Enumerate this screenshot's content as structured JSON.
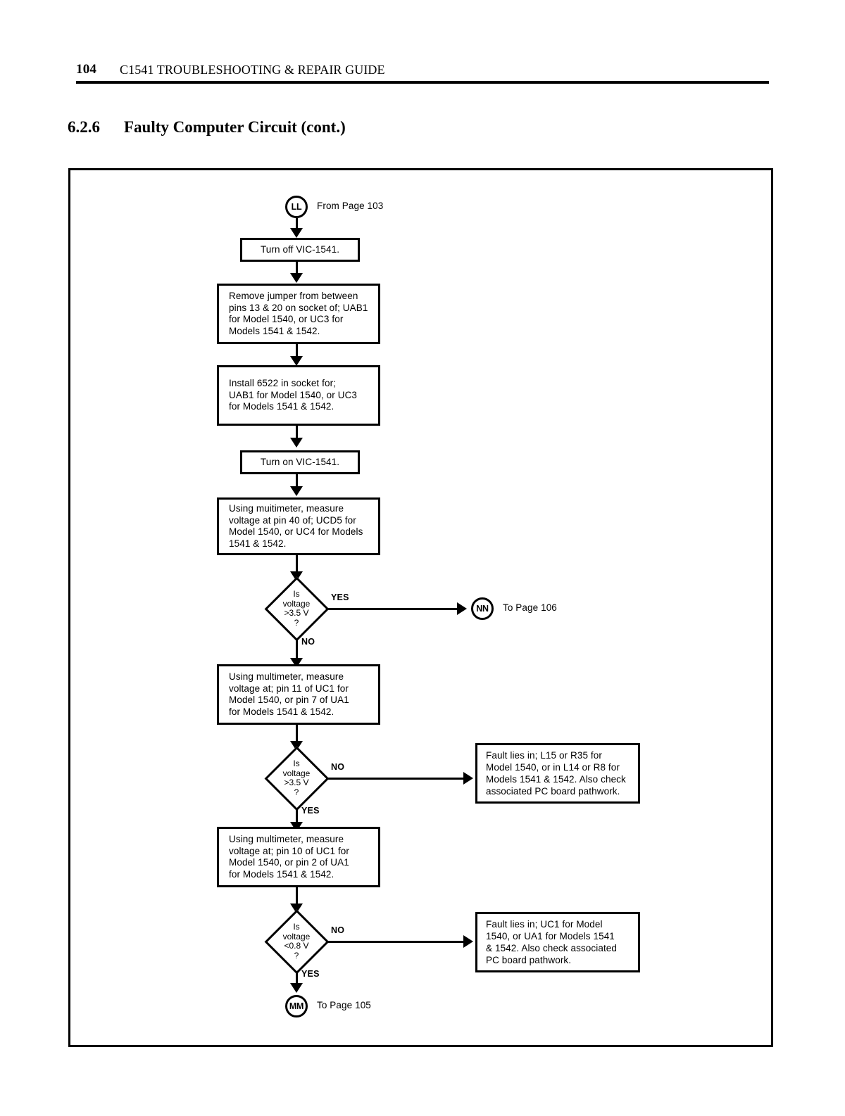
{
  "header": {
    "page_number": "104",
    "title": "C1541 TROUBLESHOOTING & REPAIR GUIDE"
  },
  "section": {
    "number": "6.2.6",
    "title": "Faulty Computer Circuit (cont.)"
  },
  "flowchart": {
    "entry_connector": {
      "tag": "LL",
      "ref": "From Page  103"
    },
    "nodes": [
      {
        "id": "turn-off",
        "text": "Turn off VIC-1541."
      },
      {
        "id": "remove-jumper",
        "text": "Remove jumper from between\npins 13 & 20 on socket of; UAB1\nfor Model 1540, or UC3 for\nModels 1541 & 1542."
      },
      {
        "id": "install-6522",
        "text": "Install 6522 in socket for;\nUAB1 for Model 1540, or UC3\nfor  Models 1541 & 1542."
      },
      {
        "id": "turn-on",
        "text": "Turn on VIC-1541."
      },
      {
        "id": "measure-pin40",
        "text": "Using muitimeter, measure\nvoltage at pin 40 of; UCD5 for\nModel 1540, or UC4 for Models\n1541 & 1542."
      },
      {
        "id": "measure-pin11",
        "text": "Using multimeter, measure\nvoltage at; pin 11 of UC1 for\nModel 1540, or pin 7 of UA1\nfor Models 1541 & 1542."
      },
      {
        "id": "measure-pin10",
        "text": "Using multimeter, measure\nvoltage at; pin 10 of UC1 for\nModel 1540, or pin 2 of UA1\nfor Models 1541 & 1542."
      }
    ],
    "decisions": [
      {
        "id": "dec-gt35-a",
        "text": "Is\nvoltage\n>3.5 V\n?",
        "yes_label": "YES",
        "no_label": "NO"
      },
      {
        "id": "dec-gt35-b",
        "text": "Is\nvoltage\n>3.5 V\n?",
        "yes_label": "YES",
        "no_label": "NO"
      },
      {
        "id": "dec-lt08",
        "text": "Is\nvoltage\n<0.8 V\n?",
        "yes_label": "YES",
        "no_label": "NO"
      }
    ],
    "results": [
      {
        "id": "fault-l15-r35",
        "text": "Fault lies in; L15 or R35 for\nModel 1540, or in L14 or R8 for\nModels 1541 & 1542.  Also check\nassociated PC board pathwork."
      },
      {
        "id": "fault-uc1-ua1",
        "text": "Fault lies in; UC1 for Model\n1540, or UA1 for Models 1541\n& 1542.  Also check associated\nPC board pathwork."
      }
    ],
    "exit_connectors": [
      {
        "id": "exit-nn",
        "tag": "NN",
        "ref": "To Page  106"
      },
      {
        "id": "exit-mm",
        "tag": "MM",
        "ref": "To Page  105"
      }
    ]
  }
}
